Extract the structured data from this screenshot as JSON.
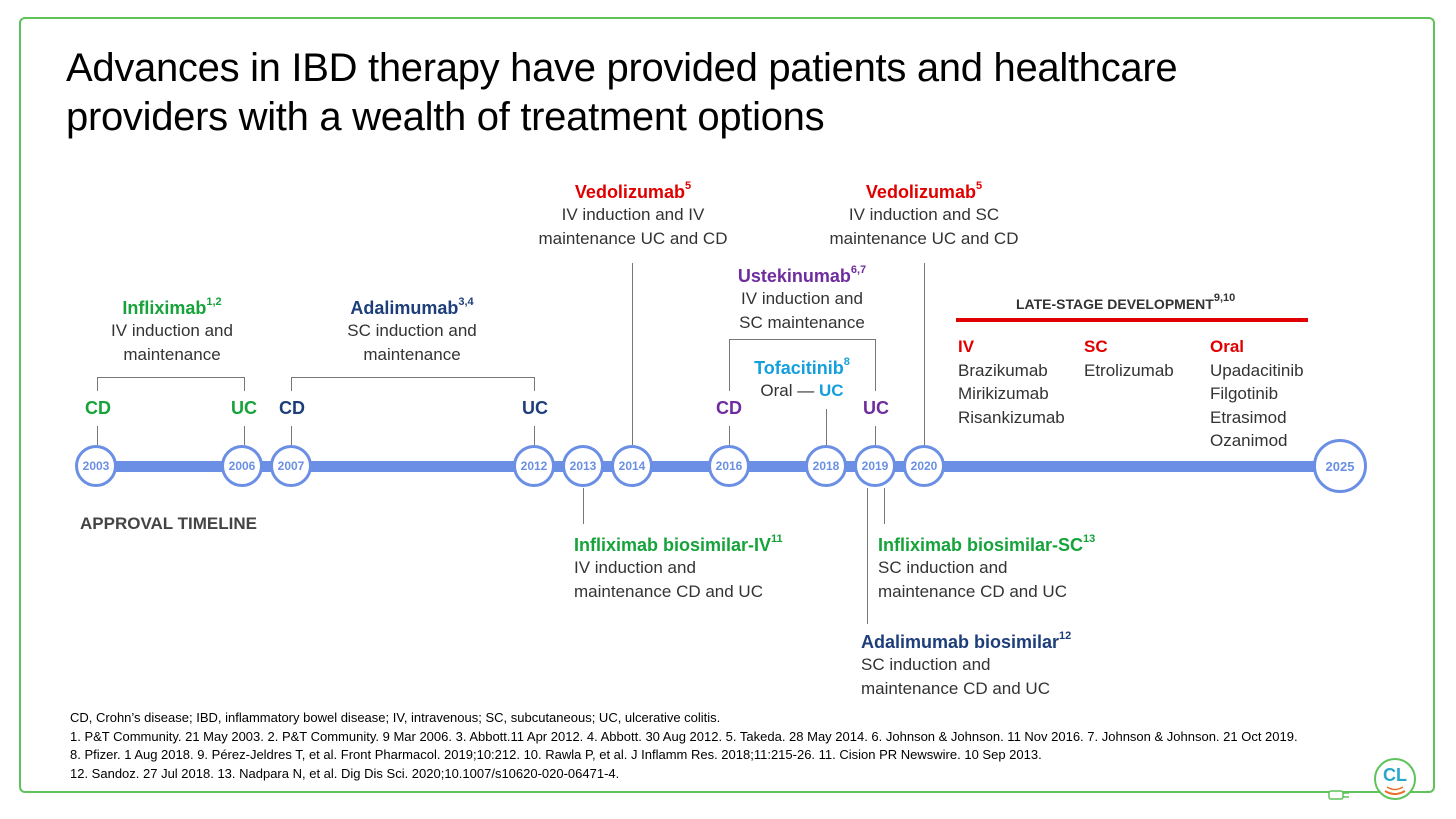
{
  "title_line1": "Advances in IBD therapy have provided patients and healthcare",
  "title_line2": "providers with a wealth of treatment options",
  "timeline": {
    "label": "APPROVAL TIMELINE",
    "years": [
      "2003",
      "2006",
      "2007",
      "2012",
      "2013",
      "2014",
      "2016",
      "2018",
      "2019",
      "2020",
      "2025"
    ]
  },
  "events": {
    "infliximab": {
      "name": "Infliximab",
      "ref": "1,2",
      "line1": "IV induction and",
      "line2": "maintenance",
      "cd": "CD",
      "uc": "UC"
    },
    "adalimumab": {
      "name": "Adalimumab",
      "ref": "3,4",
      "line1": "SC induction and",
      "line2": "maintenance",
      "cd": "CD",
      "uc": "UC"
    },
    "vedolizumab_iv": {
      "name": "Vedolizumab",
      "ref": "5",
      "line1": "IV induction and IV",
      "line2": "maintenance UC and CD"
    },
    "vedolizumab_sc": {
      "name": "Vedolizumab",
      "ref": "5",
      "line1": "IV induction and SC",
      "line2": "maintenance UC and CD"
    },
    "ustekinumab": {
      "name": "Ustekinumab",
      "ref": "6,7",
      "line1": "IV induction and",
      "line2": "SC maintenance",
      "cd": "CD",
      "uc": "UC"
    },
    "tofacitinib": {
      "name": "Tofacitinib",
      "ref": "8",
      "route": "Oral —",
      "uc": "UC"
    },
    "infliximab_biosimilar_iv": {
      "name": "Infliximab biosimilar-IV",
      "ref": "11",
      "line1": "IV induction and",
      "line2": "maintenance CD and UC"
    },
    "infliximab_biosimilar_sc": {
      "name": "Infliximab biosimilar-SC",
      "ref": "13",
      "line1": "SC induction and",
      "line2": "maintenance CD and UC"
    },
    "adalimumab_biosimilar": {
      "name": "Adalimumab biosimilar",
      "ref": "12",
      "line1": "SC induction and",
      "line2": "maintenance CD and UC"
    }
  },
  "late_stage": {
    "title": "LATE-STAGE DEVELOPMENT",
    "ref": "9,10",
    "iv": {
      "head": "IV",
      "items": [
        "Brazikumab",
        "Mirikizumab",
        "Risankizumab"
      ]
    },
    "sc": {
      "head": "SC",
      "items": [
        "Etrolizumab"
      ]
    },
    "oral": {
      "head": "Oral",
      "items": [
        "Upadacitinib",
        "Filgotinib",
        "Etrasimod",
        "Ozanimod"
      ]
    }
  },
  "footnotes": [
    "CD, Crohn’s disease; IBD, inflammatory bowel disease; IV, intravenous; SC, subcutaneous; UC, ulcerative colitis.",
    "1. P&T Community. 21 May 2003. 2. P&T Community. 9 Mar 2006. 3. Abbott.11 Apr 2012. 4. Abbott. 30 Aug 2012. 5. Takeda. 28 May 2014. 6. Johnson & Johnson. 11 Nov 2016. 7. Johnson & Johnson. 21 Oct 2019.",
    "8. Pfizer. 1 Aug 2018. 9. Pérez-Jeldres T, et al. Front Pharmacol. 2019;10:212. 10. Rawla P, et al. J Inflamm Res. 2018;11:215-26. 11. Cision PR Newswire. 10 Sep 2013.",
    "12. Sandoz. 27 Jul 2018. 13. Nadpara N, et al. Dig Dis Sci. 2020;10.1007/s10620-020-06471-4."
  ],
  "logo": {
    "text": "CL"
  },
  "colors": {
    "frame": "#5ec35a",
    "timeline": "#6a8fe4",
    "green": "#15a33a",
    "navy": "#1d3e7a",
    "red": "#e00000",
    "purple": "#6e2c9e",
    "cyan": "#14a0dc"
  }
}
